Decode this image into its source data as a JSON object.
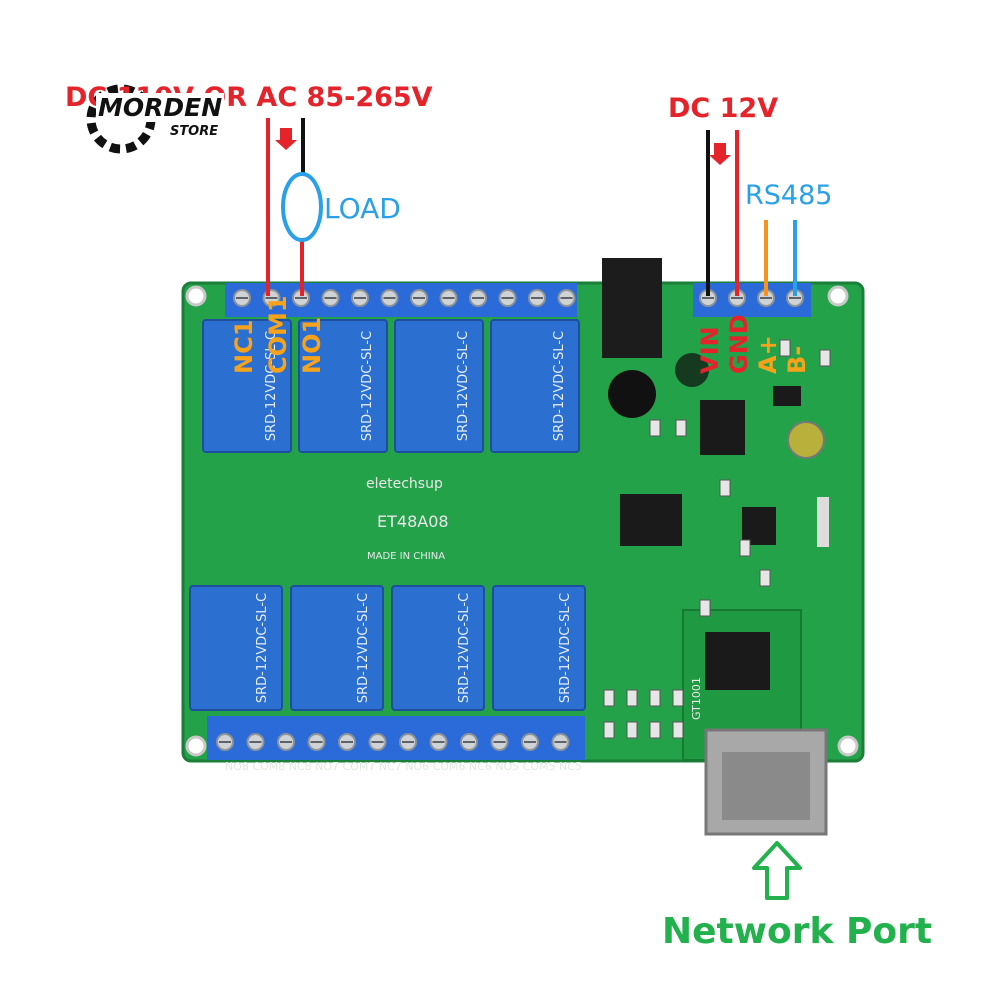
{
  "brand": {
    "name": "MORDEN",
    "sub": "STORE"
  },
  "labels": {
    "power_load": "DC 110V OR AC 85-265V",
    "load": "LOAD",
    "power_board": "DC 12V",
    "rs485": "RS485",
    "network_port": "Network Port"
  },
  "terminals_top": {
    "relay": [
      "NC1",
      "COM1",
      "NO1"
    ],
    "power": [
      "VIN",
      "GND",
      "A+",
      "B-"
    ]
  },
  "board_silk": {
    "vendor": "eletechsup",
    "model": "ET48A08",
    "origin": "MADE IN CHINA",
    "module": "GT1001",
    "bottom_terminals": "NO8 COM8 NC8 NO7 COM7 NC7 NO6 COM6 NC6 NO5 COM5 NC5",
    "relay_text": "SRD-12VDC-SL-C"
  },
  "colors": {
    "board": "#23a24a",
    "relay": "#2b6fd1",
    "terminal": "#2a6bd9",
    "wire_red": "#e4232a",
    "wire_black": "#111111",
    "wire_orange": "#f5931e",
    "wire_blue": "#2aa0e8",
    "arrow_green": "#23b14d"
  }
}
